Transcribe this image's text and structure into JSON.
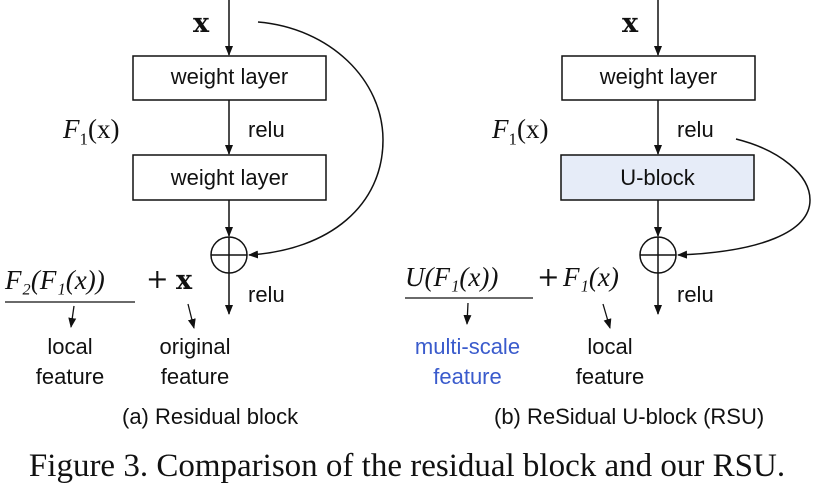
{
  "panel_a": {
    "input_label": "x",
    "box1_label": "weight layer",
    "box2_label": "weight layer",
    "f1_label": "F",
    "f1_sub": "1",
    "f1_arg": "(x)",
    "relu_mid": "relu",
    "relu_out": "relu",
    "formula_lhs": "F₂(F₁(x))",
    "formula_plus": "+",
    "formula_rhs": "x",
    "annot_left_line1": "local",
    "annot_left_line2": "feature",
    "annot_right_line1": "original",
    "annot_right_line2": "feature",
    "subcaption": "(a) Residual block"
  },
  "panel_b": {
    "input_label": "x",
    "box1_label": "weight layer",
    "box2_label": "U-block",
    "f1_label": "F",
    "f1_sub": "1",
    "f1_arg": "(x)",
    "relu_mid": "relu",
    "relu_out": "relu",
    "formula_lhs": "U(F₁(x))",
    "formula_plus": "+",
    "formula_rhs": "F₁(x)",
    "annot_left_line1": "multi-scale",
    "annot_left_line2": "feature",
    "annot_right_line1": "local",
    "annot_right_line2": "feature",
    "subcaption": "(b) ReSidual U-block (RSU)"
  },
  "caption": "Figure 3. Comparison of the residual block and our RSU.",
  "colors": {
    "ublock_fill": "#e6ecf8",
    "highlight_text": "#3a5bcc",
    "stroke": "#111111"
  }
}
